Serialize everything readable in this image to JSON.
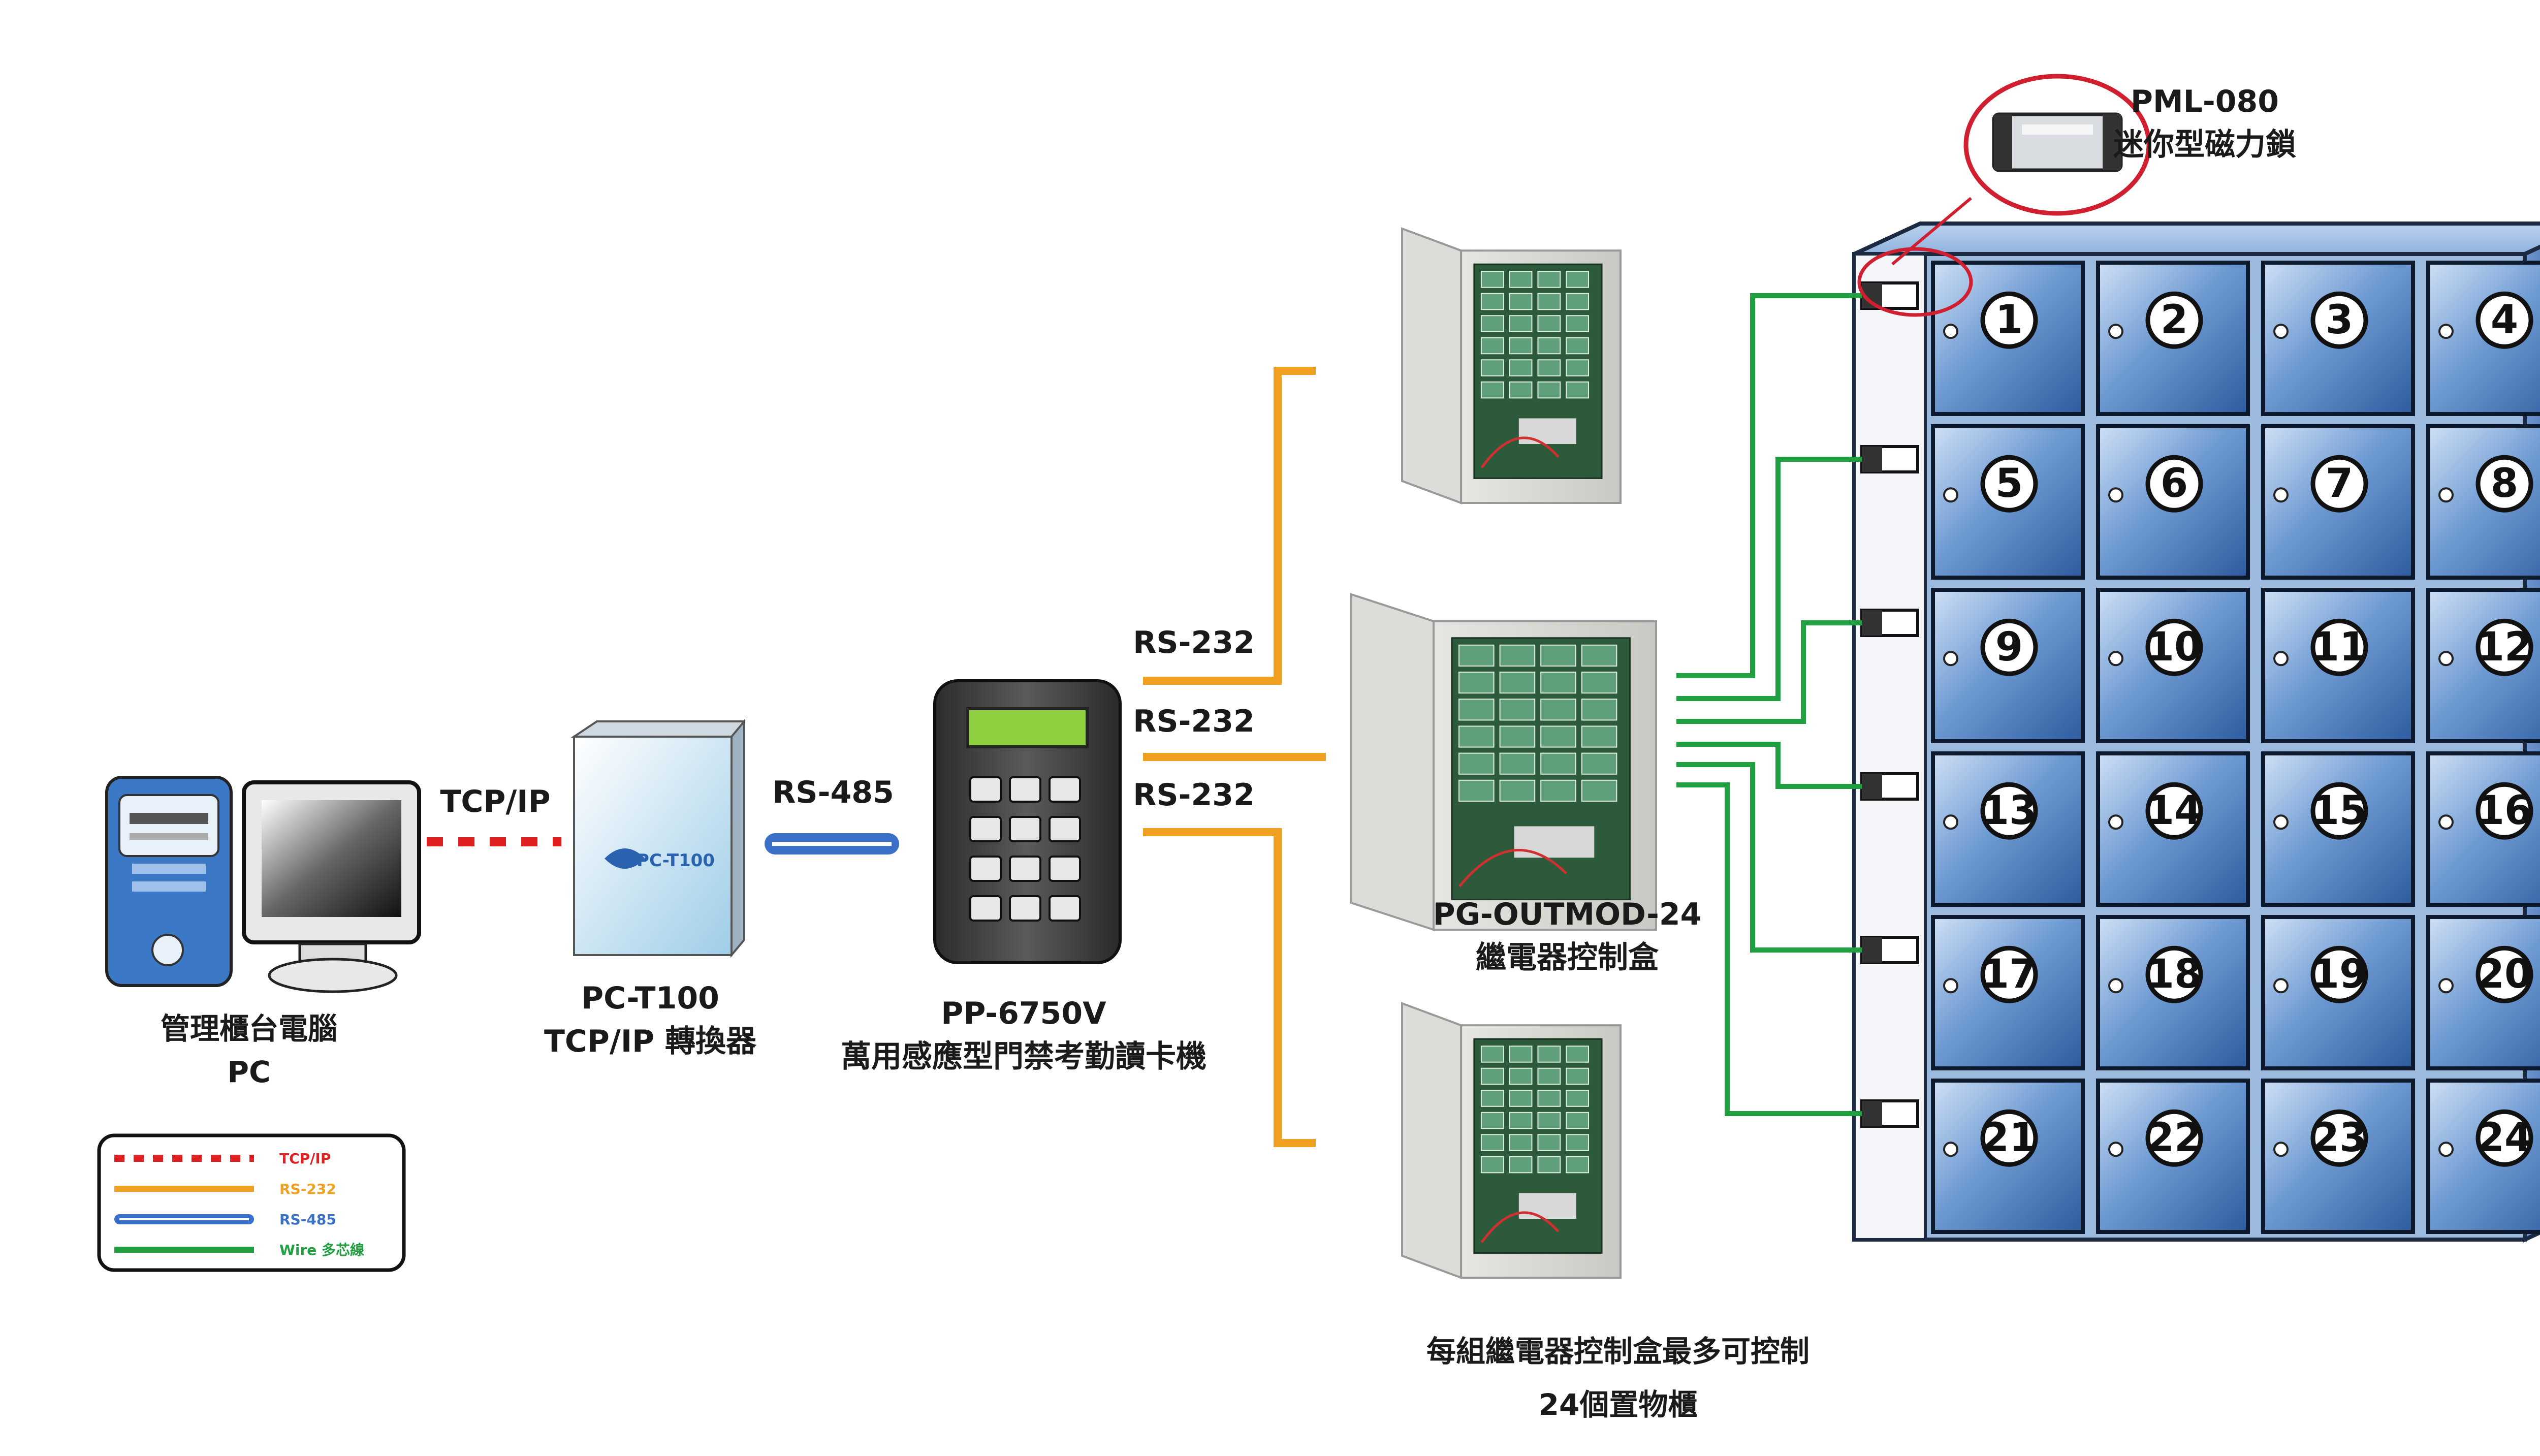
{
  "devices": {
    "pc": {
      "line1": "管理櫃台電腦",
      "line2": "PC"
    },
    "converter": {
      "line1": "PC-T100",
      "line2": "TCP/IP 轉換器",
      "screen_text": "PC-T100"
    },
    "reader": {
      "line1": "PP-6750V",
      "line2": "萬用感應型門禁考勤讀卡機"
    },
    "relay_box": {
      "line1": "PG-OUTMOD-24",
      "line2": "繼電器控制盒"
    },
    "lock": {
      "line1": "PML-080",
      "line2": "迷你型磁力鎖"
    }
  },
  "connections": {
    "tcpip": "TCP/IP",
    "rs485": "RS-485",
    "rs232_a": "RS-232",
    "rs232_b": "RS-232",
    "rs232_c": "RS-232"
  },
  "note": {
    "line1": "每組繼電器控制盒最多可控制",
    "line2": "24個置物櫃"
  },
  "legend": [
    {
      "label": "TCP/IP",
      "color": "#e02020",
      "style": "dashed"
    },
    {
      "label": "RS-232",
      "color": "#f0a020",
      "style": "solid"
    },
    {
      "label": "RS-485",
      "color": "#3a70c8",
      "style": "double"
    },
    {
      "label": "Wire 多芯線",
      "color": "#20a040",
      "style": "solid"
    }
  ],
  "lockers": [
    "1",
    "2",
    "3",
    "4",
    "5",
    "6",
    "7",
    "8",
    "9",
    "10",
    "11",
    "12",
    "13",
    "14",
    "15",
    "16",
    "17",
    "18",
    "19",
    "20",
    "21",
    "22",
    "23",
    "24"
  ],
  "colors": {
    "tcpip": "#e02020",
    "rs232": "#f0a020",
    "rs485": "#3a70c8",
    "wire": "#20a040",
    "locker": "#4f7fc0"
  }
}
